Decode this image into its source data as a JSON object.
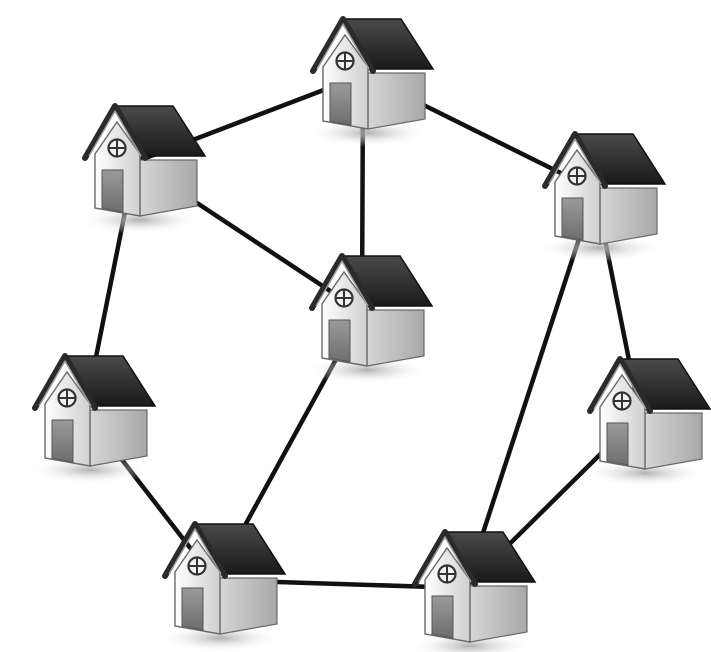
{
  "diagram": {
    "nodes": [
      {
        "id": "house-top",
        "icon": "house-icon"
      },
      {
        "id": "house-upper-left",
        "icon": "house-icon"
      },
      {
        "id": "house-upper-right",
        "icon": "house-icon"
      },
      {
        "id": "house-center",
        "icon": "house-icon"
      },
      {
        "id": "house-left",
        "icon": "house-icon"
      },
      {
        "id": "house-right",
        "icon": "house-icon"
      },
      {
        "id": "house-bottom-left",
        "icon": "house-icon"
      },
      {
        "id": "house-bottom-right",
        "icon": "house-icon"
      }
    ],
    "ring_edges": [
      [
        "house-top",
        "house-upper-right"
      ],
      [
        "house-upper-right",
        "house-right"
      ],
      [
        "house-right",
        "house-bottom-right"
      ],
      [
        "house-bottom-right",
        "house-bottom-left"
      ],
      [
        "house-bottom-left",
        "house-left"
      ],
      [
        "house-left",
        "house-upper-left"
      ],
      [
        "house-upper-left",
        "house-top"
      ]
    ],
    "cross_edges": [
      [
        "house-top",
        "house-center"
      ],
      [
        "house-upper-left",
        "house-center"
      ],
      [
        "house-center",
        "house-bottom-left"
      ],
      [
        "house-upper-right",
        "house-bottom-right"
      ]
    ],
    "colors": {
      "line": "#111111",
      "roof": "#2b2b2b",
      "wall": "#e6e6e6",
      "door": "#8c8c8c",
      "shadow": "#bdbdbd"
    }
  }
}
